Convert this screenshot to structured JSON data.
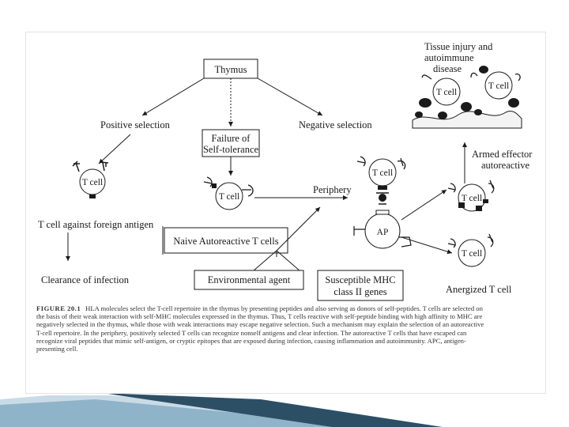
{
  "diagram": {
    "thymus": "Thymus",
    "positive_selection": "Positive selection",
    "negative_selection": "Negative selection",
    "failure_line1": "Failure of",
    "failure_line2": "Self-tolerance",
    "t_cell": "T cell",
    "t_cell_foreign": "T cell against foreign antigen",
    "clearance": "Clearance of infection",
    "naive": "Naive Autoreactive T cells",
    "periphery": "Periphery",
    "apc": "AP",
    "env_agent": "Environmental agent",
    "mhc_line1": "Susceptible MHC",
    "mhc_line2": "class II genes",
    "anergized": "Anergized T cell",
    "armed_line1": "Armed effector",
    "armed_line2": "autoreactive",
    "tissue_line1": "Tissue injury and",
    "tissue_line2": "autoimmune",
    "tissue_line3": "disease"
  },
  "caption": {
    "figure_number": "FIGURE 20.1",
    "text": "HLA molecules select the T-cell repertoire in the thymus by presenting peptides and also serving as donors of self-peptides. T cells are selected on the basis of their weak interaction with self-MHC molecules expressed in the thymus. Thus, T cells reactive with self-peptide binding with high affinity to MHC are negatively selected in the thymus, while those with weak interactions may escape negative selection. Such a mechanism may explain the selection of an autoreactive T-cell repertoire. In the periphery, positively selected T cells can recognize nonself antigens and clear infection. The autoreactive T cells that have escaped can recognize viral peptides that mimic self-antigen, or cryptic epitopes that are exposed during infection, causing inflammation and autoimmunity. APC, antigen-presenting cell."
  },
  "colors": {
    "ink": "#1a1a1a",
    "deco_light": "#8fb3c9",
    "deco_dark": "#2d4f66"
  }
}
